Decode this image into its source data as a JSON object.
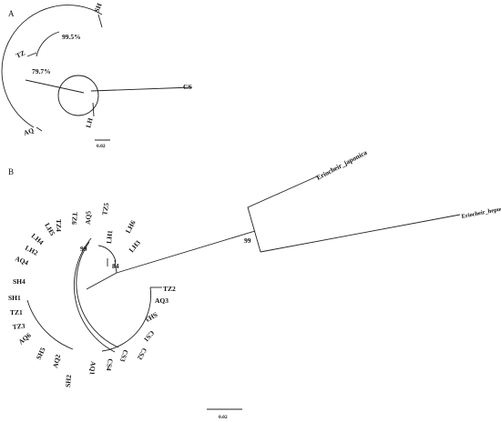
{
  "panelA": {
    "label": "A",
    "tips": {
      "sh": "SH",
      "tz": "TZ",
      "aq": "AQ",
      "lh": "LH",
      "cs": "CS"
    },
    "supports": {
      "first": "99.5%",
      "second": "79.7%"
    },
    "scale": "0.02"
  },
  "panelB": {
    "label": "B",
    "outgroups": {
      "japonica": "Eriocheir_japonica",
      "hepuensis": "Eriocheir_hepuensis"
    },
    "support_outgroup": "99",
    "support_clade1": "99",
    "support_clade2": "84",
    "tips": {
      "tz5": "TZ5",
      "lh6": "LH6",
      "lh1": "LH1",
      "lh3": "LH3",
      "aq5": "AQ5",
      "tz6": "TZ6",
      "tz4": "TZ4",
      "lh5": "LH5",
      "lh4": "LH4",
      "lh2": "LH2",
      "aq4": "AQ4",
      "sh4": "SH4",
      "sh1": "SH1",
      "tz1": "TZ1",
      "tz3": "TZ3",
      "aq6": "AQ6",
      "sh5": "SH5",
      "aq2": "AQ2",
      "sh2": "SH2",
      "aq1": "AQ1",
      "cs4": "CS4",
      "cs3": "CS3",
      "cs2": "CS2",
      "cs1": "CS1",
      "sh3": "SH3",
      "aq3": "AQ3",
      "tz2": "TZ2"
    },
    "scale": "0.02"
  }
}
